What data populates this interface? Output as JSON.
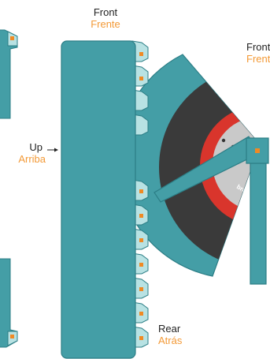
{
  "labels": {
    "front_main": {
      "en": "Front",
      "es": "Frente"
    },
    "front_right": {
      "en": "Front",
      "es": "Frente"
    },
    "up": {
      "en": "Up",
      "es": "Arriba"
    },
    "rear": {
      "en": "Rear",
      "es": "Atrás"
    }
  },
  "sticker_brand": "brembo",
  "colors": {
    "panel": "#449ea6",
    "panel_edge": "#2c7e86",
    "tab": "#b8e2e3",
    "marker": "#f08a24",
    "spanish_text": "#f39a37",
    "rotor": "#3a3a3a",
    "sticker": "#d9352c",
    "hub": "#c9c9c9"
  }
}
